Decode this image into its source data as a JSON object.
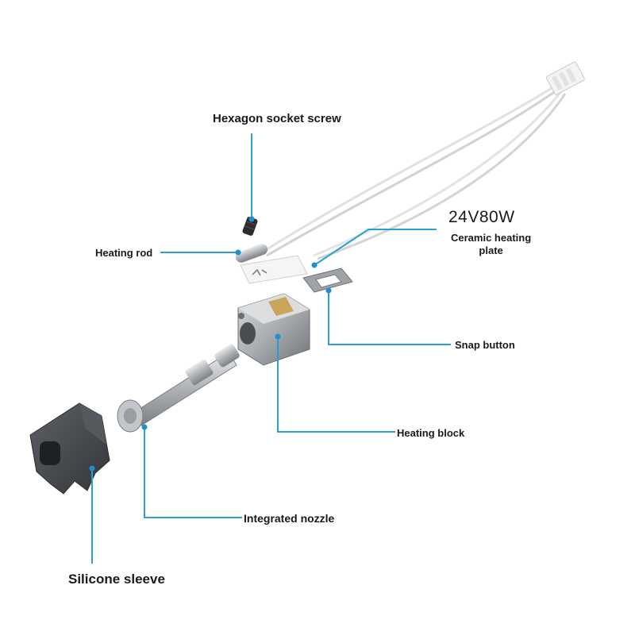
{
  "labels": {
    "hexagon_socket_screw": "Hexagon socket screw",
    "heating_rod": "Heating rod",
    "power_rating": "24V80W",
    "ceramic_heating_plate_line1": "Ceramic heating",
    "ceramic_heating_plate_line2": "plate",
    "snap_button": "Snap button",
    "heating_block": "Heating block",
    "integrated_nozzle": "Integrated nozzle",
    "silicone_sleeve": "Silicone sleeve"
  },
  "colors": {
    "leader_line": "#2a9fd6",
    "leader_dot": "#1f8fd0",
    "metal": "#b9bcc0",
    "silicone": "#4a4d51",
    "wire": "#dcdcdc",
    "label_text": "#1a1a1a"
  }
}
